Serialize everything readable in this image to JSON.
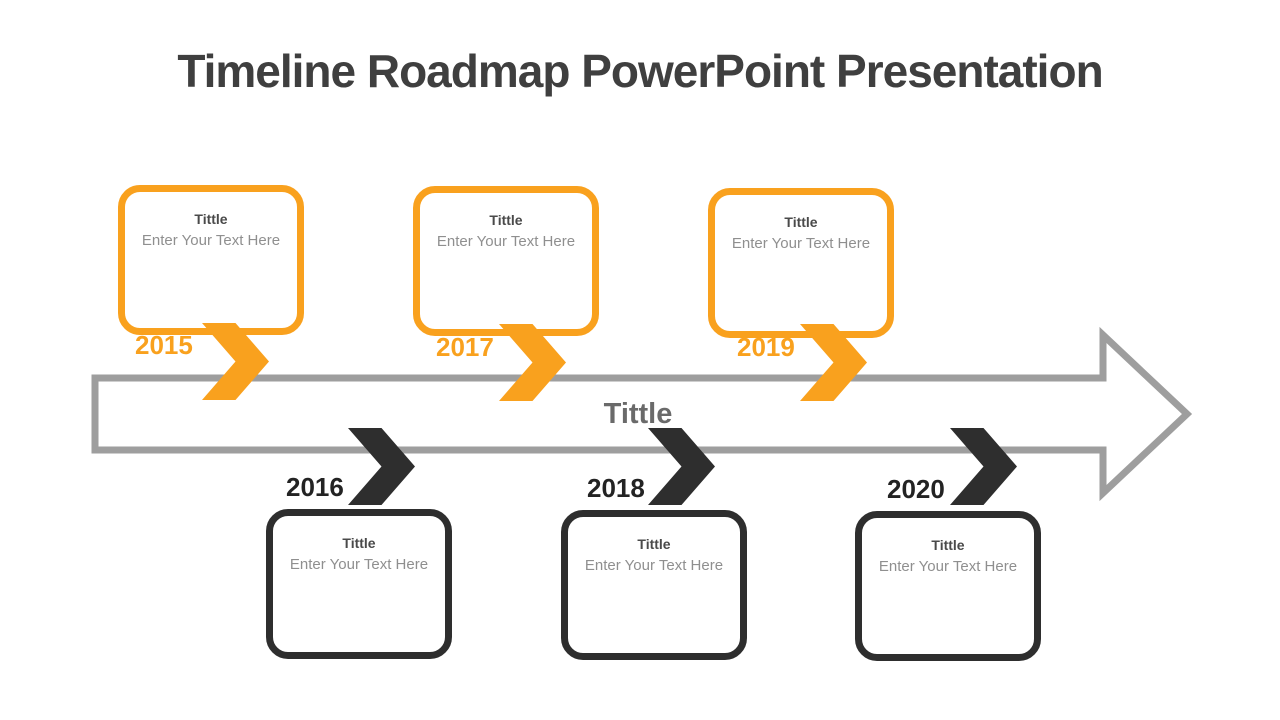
{
  "slide": {
    "title": "Timeline Roadmap PowerPoint Presentation",
    "timeline_label": "Tittle"
  },
  "colors": {
    "orange": "#F9A11E",
    "dark": "#2E2E2E",
    "year_dark": "#232323",
    "arrow_gray": "#9E9E9E",
    "title_text": "#3F3F3F",
    "timeline_label_text": "#6A6A6A",
    "box_title_text": "#4A4A4A",
    "box_body_text": "#8F8F8F"
  },
  "milestones": [
    {
      "year": "2015",
      "position": "top",
      "accent": "orange",
      "box_title": "Tittle",
      "box_text": "Enter Your Text Here"
    },
    {
      "year": "2016",
      "position": "bottom",
      "accent": "dark",
      "box_title": "Tittle",
      "box_text": "Enter Your Text Here"
    },
    {
      "year": "2017",
      "position": "top",
      "accent": "orange",
      "box_title": "Tittle",
      "box_text": "Enter Your Text Here"
    },
    {
      "year": "2018",
      "position": "bottom",
      "accent": "dark",
      "box_title": "Tittle",
      "box_text": "Enter Your Text Here"
    },
    {
      "year": "2019",
      "position": "top",
      "accent": "orange",
      "box_title": "Tittle",
      "box_text": "Enter Your Text Here"
    },
    {
      "year": "2020",
      "position": "bottom",
      "accent": "dark",
      "box_title": "Tittle",
      "box_text": "Enter Your Text Here"
    }
  ]
}
